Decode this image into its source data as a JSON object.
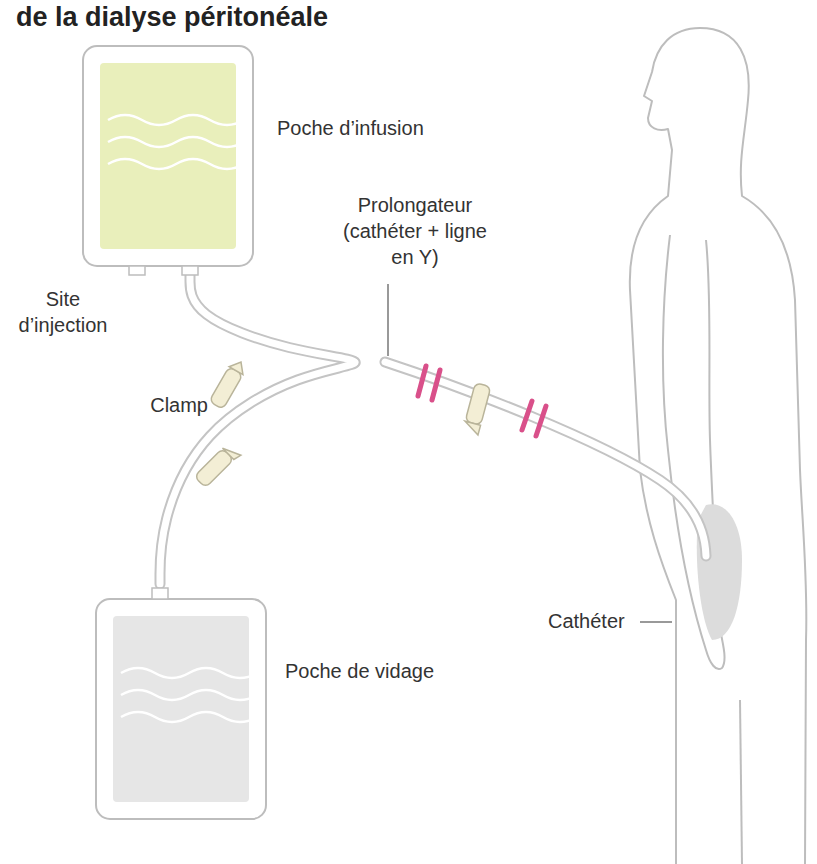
{
  "diagram": {
    "title": "de la dialyse péritonéale",
    "nodes": [
      {
        "text": [
          "Poche d’infusion"
        ]
      },
      {
        "text": [
          "Poche de vidage"
        ]
      }
    ],
    "edges": [
      {
        "from": 0,
        "to": 1,
        "arrow": "none"
      }
    ],
    "labels": [
      "Site d’injection",
      "Prolongateur (cathéter + ligne en Y)",
      "Clamp",
      "Cathéter"
    ]
  }
}
